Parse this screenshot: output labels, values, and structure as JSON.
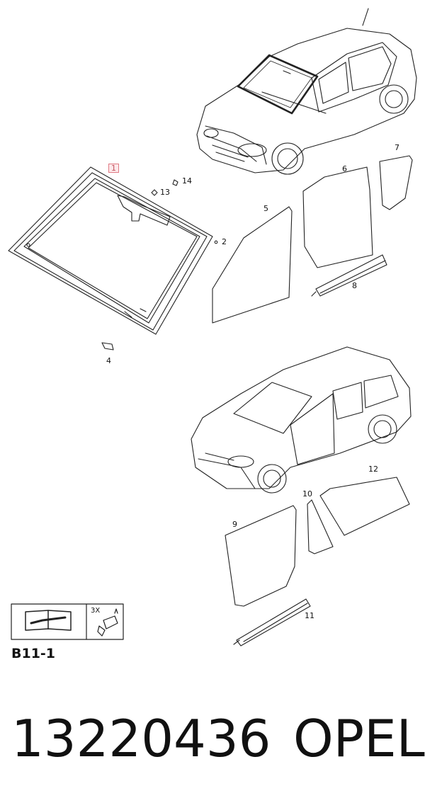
{
  "callouts": {
    "c1": "1",
    "c2": "2",
    "c4": "4",
    "c5": "5",
    "c6": "6",
    "c7": "7",
    "c8": "8",
    "c9": "9",
    "c10": "10",
    "c11": "11",
    "c12": "12",
    "c13": "13",
    "c14": "14"
  },
  "legend": {
    "qty": "3X",
    "book_icon": "repair-manual-icon",
    "adhesive_icon": "adhesive-cartridge-icon"
  },
  "section_code": "B11-1",
  "footer": {
    "part_number": "13220436",
    "brand": "OPEL"
  },
  "colors": {
    "line": "#222222",
    "highlight": "#e07a84"
  }
}
